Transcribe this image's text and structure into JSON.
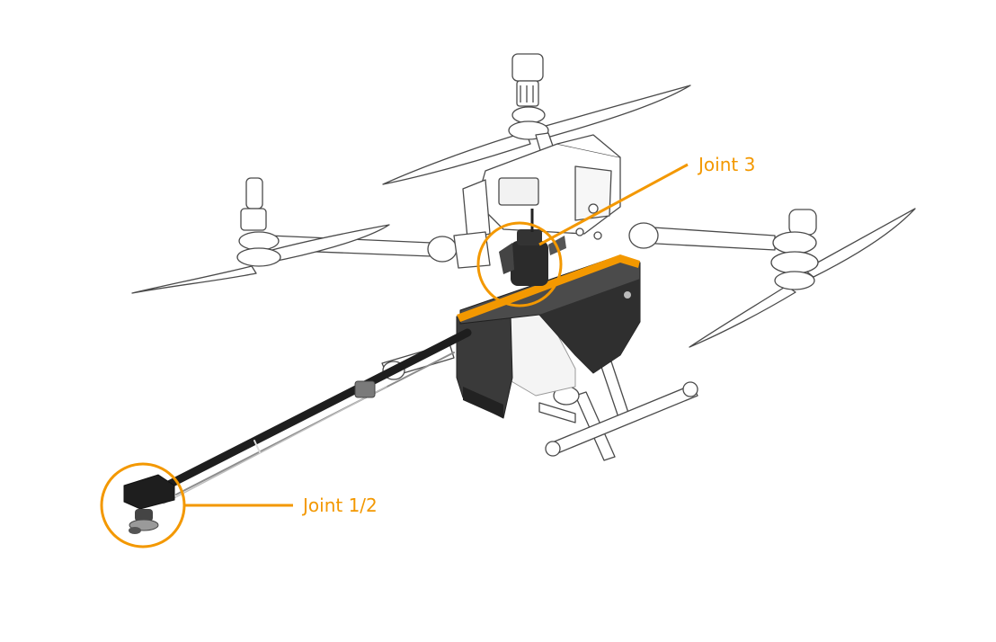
{
  "colors": {
    "accent": "#f39800",
    "outline": "#4a4a4a",
    "body_dark": "#2b2b2b",
    "body_mid": "#555555",
    "white_part": "#f4f4f4",
    "background": "#ffffff"
  },
  "callouts": {
    "joint3": {
      "label": "Joint 3"
    },
    "joint12": {
      "label": "Joint 1/2"
    }
  },
  "icons": [
    "drone-illustration"
  ]
}
